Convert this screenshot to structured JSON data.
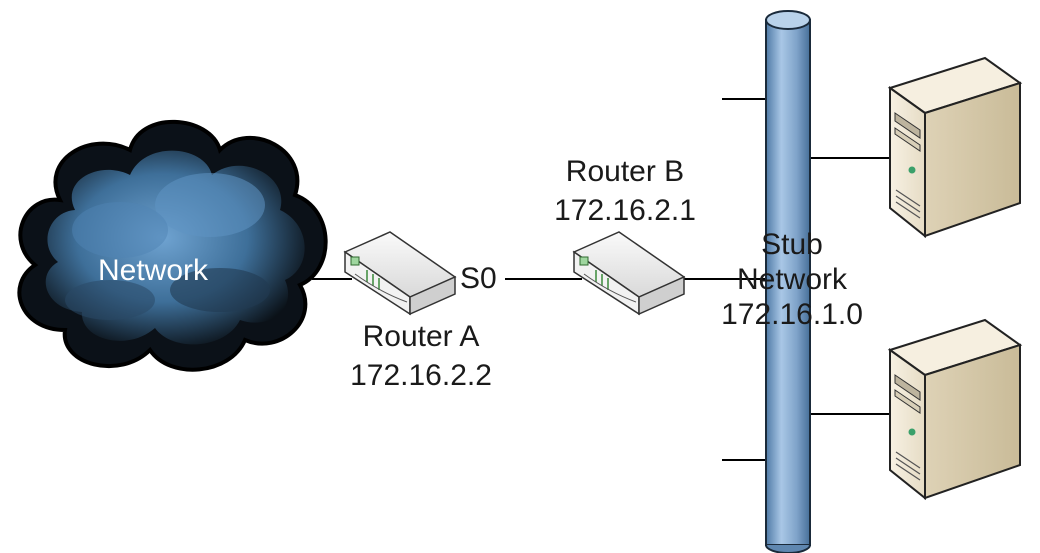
{
  "cloud": {
    "label": "Network"
  },
  "router_a": {
    "name": "Router A",
    "ip": "172.16.2.2"
  },
  "router_b": {
    "name": "Router B",
    "ip": "172.16.2.1"
  },
  "link": {
    "interface_label": "S0"
  },
  "stub": {
    "line1": "Stub",
    "line2": "Network",
    "ip": "172.16.1.0"
  },
  "colors": {
    "bus_pipe": "#7fa3c9",
    "cloud_dark": "#0d1620",
    "cloud_light": "#5a8fbf",
    "server_body": "#f0e8d6",
    "router_body": "#e8e8e8"
  },
  "icons": [
    "cloud-icon",
    "router-icon",
    "server-icon"
  ]
}
